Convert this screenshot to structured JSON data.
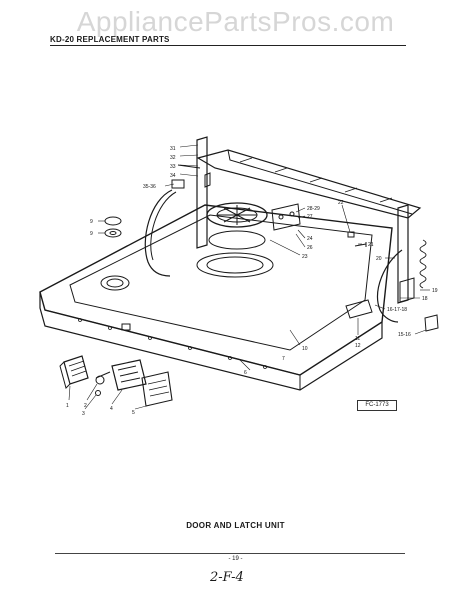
{
  "watermark": "AppliancePartsPros.com",
  "header": {
    "title": "KD-20 REPLACEMENT PARTS"
  },
  "figure": {
    "code": "FC-1773"
  },
  "caption": "DOOR AND LATCH UNIT",
  "page": {
    "number": "- 19 -"
  },
  "handwritten_note": "2-F-4",
  "callouts": {
    "c31": "31",
    "c32": "32",
    "c33": "33",
    "c34": "34",
    "c3536": "35-36",
    "c9a": "9",
    "c9b": "9",
    "c2829": "28-29",
    "c27": "27",
    "c22": "22",
    "c21": "21",
    "c24": "24",
    "c26": "26",
    "c23": "23",
    "c20": "20",
    "c19": "19",
    "c18": "18",
    "c161718": "16-17-18",
    "c1516": "15-16",
    "c11": "11",
    "c12": "12",
    "c10": "10",
    "c1": "1",
    "c2": "2",
    "c3": "3",
    "c4": "4",
    "c5": "5",
    "c6": "6",
    "c7": "7"
  }
}
